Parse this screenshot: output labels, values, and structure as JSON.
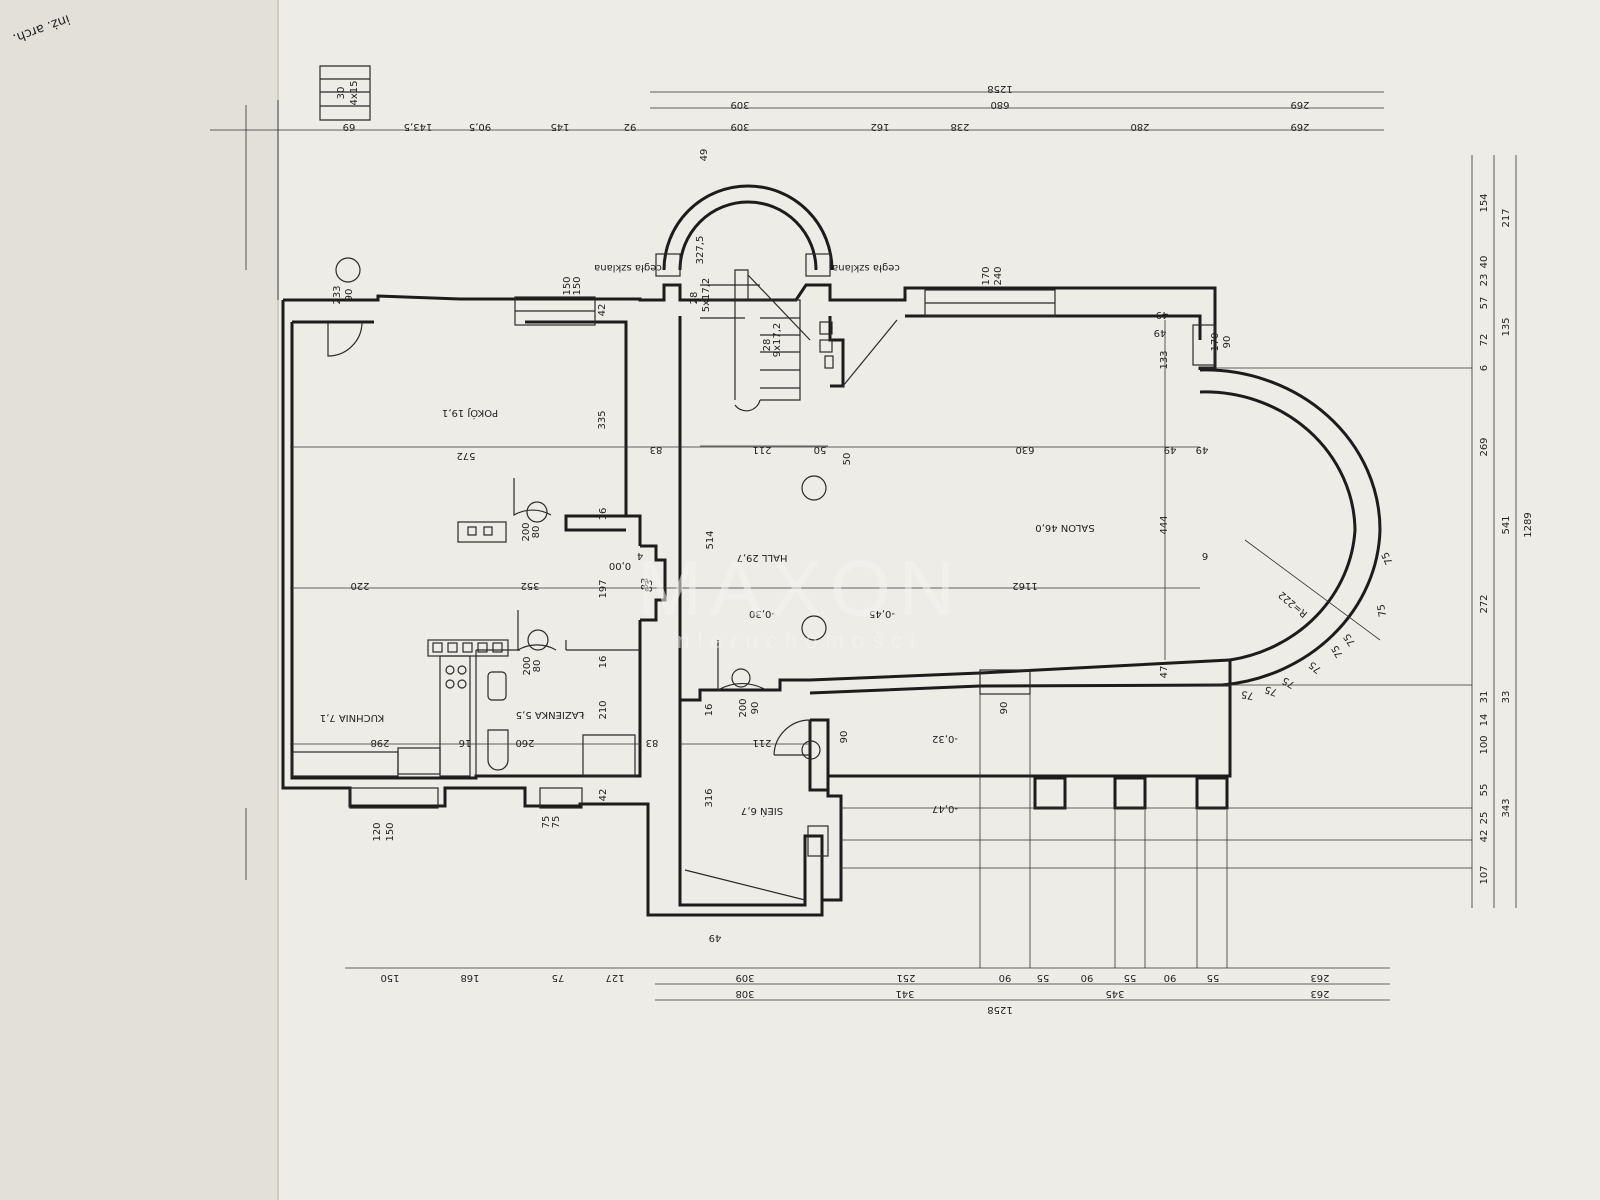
{
  "rooms": {
    "pokoj": "POKÓJ 19,1",
    "hall": "HALL 29,7",
    "salon": "SALON 46,0",
    "kuchnia": "KUCHNIA 7,1",
    "lazienka": "ŁAZIENKA 5,5",
    "sien": "SIEŃ 6,7"
  },
  "levels": {
    "l000": "0,00",
    "l030": "-0,30",
    "l045": "-0,45",
    "l032": "-0,32",
    "l047": "-0,47"
  },
  "notes": {
    "glass_left": "cegła szklana",
    "glass_right": "cegła szklana",
    "radius": "R=222"
  },
  "watermark": {
    "brand": "MAXON",
    "tag": "nieruchomości"
  },
  "dims": {
    "top_total": "1258",
    "top_a": "309",
    "top_b": "680",
    "top_c": "269",
    "top_r2": [
      "69",
      "143,5",
      "90,5",
      "145",
      "92",
      "309",
      "162",
      "238",
      "280",
      "269"
    ],
    "left_dims": [
      "90",
      "233",
      "150",
      "150",
      "42",
      "335",
      "572",
      "16",
      "80",
      "200",
      "220",
      "352",
      "197",
      "83",
      "80",
      "200",
      "16",
      "210",
      "298",
      "16",
      "260",
      "83",
      "42",
      "150",
      "120",
      "75",
      "75"
    ],
    "center_dims": [
      "49",
      "327,5",
      "5x17,2",
      "28",
      "9x17,2",
      "28",
      "83",
      "211",
      "50",
      "514",
      "83",
      "16",
      "90",
      "200",
      "211",
      "316",
      "49",
      "49",
      "49",
      "50",
      "4",
      "6"
    ],
    "salon_dims": [
      "240",
      "170",
      "49",
      "170",
      "90",
      "133",
      "630",
      "49",
      "444",
      "1162",
      "47",
      "90",
      "90"
    ],
    "right_dims": [
      "154",
      "217",
      "40",
      "23",
      "57",
      "135",
      "72",
      "6",
      "269",
      "541",
      "1289",
      "272",
      "33",
      "31",
      "14",
      "100",
      "55",
      "343",
      "25",
      "42",
      "107"
    ],
    "arc_dims": [
      "75",
      "75",
      "75",
      "75",
      "75",
      "75",
      "75",
      "75"
    ],
    "bottom_r1": [
      "150",
      "168",
      "75",
      "127",
      "309",
      "251",
      "90",
      "55",
      "90",
      "55",
      "90",
      "55",
      "263"
    ],
    "bottom_r2": [
      "308",
      "341",
      "345",
      "263"
    ],
    "bottom_total": "1258",
    "top_stair": [
      "4x15",
      "30"
    ],
    "corner_note": "inż. arch."
  }
}
